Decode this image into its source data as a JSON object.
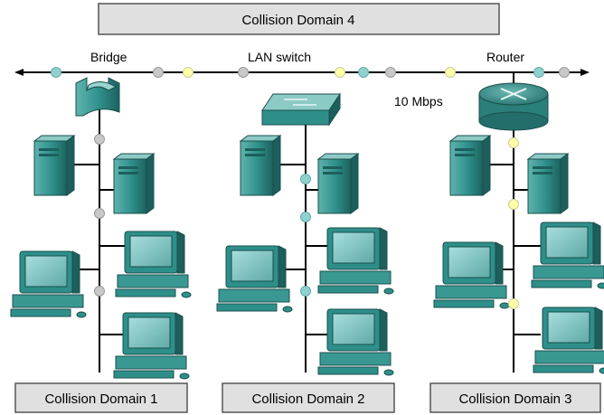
{
  "domains": {
    "top": "Collision Domain 4",
    "d1": "Collision Domain 1",
    "d2": "Collision Domain 2",
    "d3": "Collision Domain 3"
  },
  "devices": {
    "bridge": "Bridge",
    "switch": "LAN switch",
    "router": "Router"
  },
  "speed": "10 Mbps",
  "colors": {
    "device_teal": "#2e8f8a",
    "device_dark": "#1f6663",
    "screen": "#7fc6c4",
    "box_fill": "#e0e0e0",
    "dot_gray": "#c8c8c8",
    "dot_teal": "#8fd1cf",
    "dot_yellow": "#ffffaa"
  }
}
